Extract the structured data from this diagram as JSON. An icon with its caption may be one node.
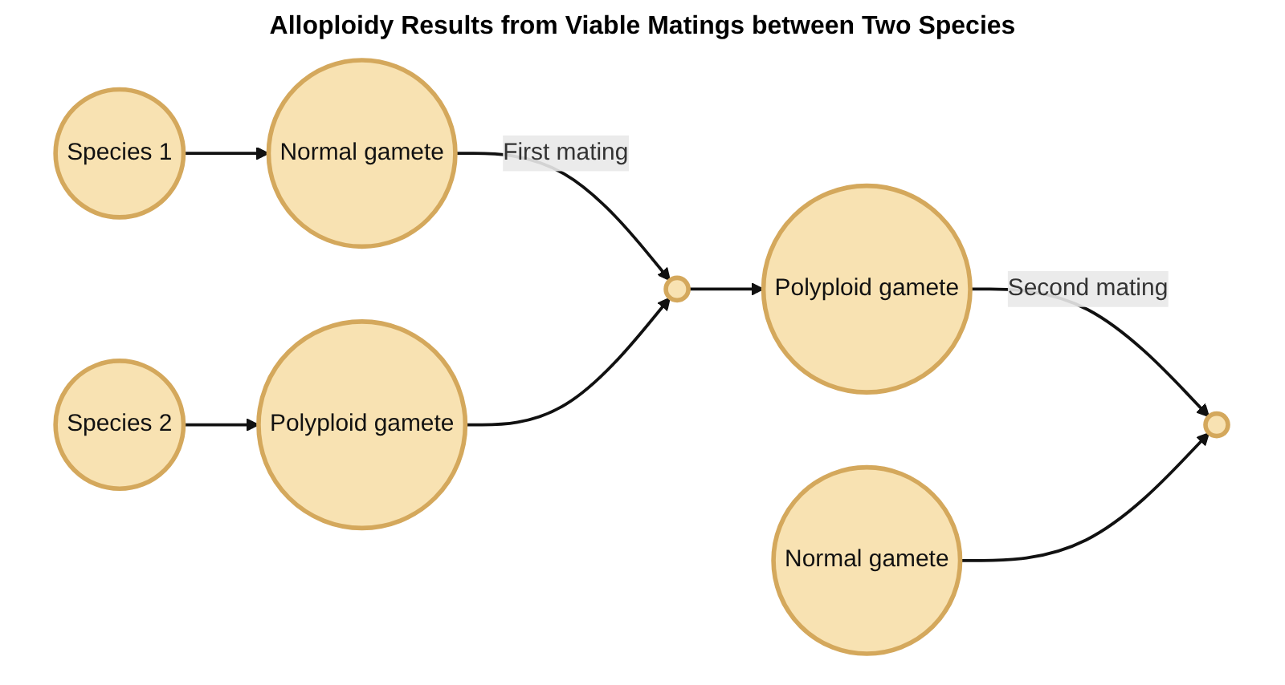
{
  "diagram": {
    "title": "Alloploidy Results from Viable Matings between Two Species",
    "nodes": [
      {
        "text": [
          "Species 1"
        ]
      },
      {
        "text": [
          "Normal gamete"
        ]
      },
      {
        "text": [
          "Species 2"
        ]
      },
      {
        "text": [
          "Polyploid gamete"
        ]
      },
      {
        "text": [],
        "shape": "circle"
      },
      {
        "text": [
          "Polyploid gamete"
        ]
      },
      {
        "text": [
          "Normal gamete"
        ]
      },
      {
        "text": [],
        "shape": "circle"
      }
    ],
    "edges": [
      {
        "from": 0,
        "to": 1,
        "arrow": "to"
      },
      {
        "from": 2,
        "to": 3,
        "arrow": "to"
      },
      {
        "from": 1,
        "to": 4,
        "arrow": "to",
        "label": "First mating"
      },
      {
        "from": 3,
        "to": 4,
        "arrow": "to"
      },
      {
        "from": 4,
        "to": 5,
        "arrow": "to"
      },
      {
        "from": 5,
        "to": 7,
        "arrow": "to",
        "label": "Second mating"
      },
      {
        "from": 6,
        "to": 7,
        "arrow": "to"
      }
    ]
  }
}
